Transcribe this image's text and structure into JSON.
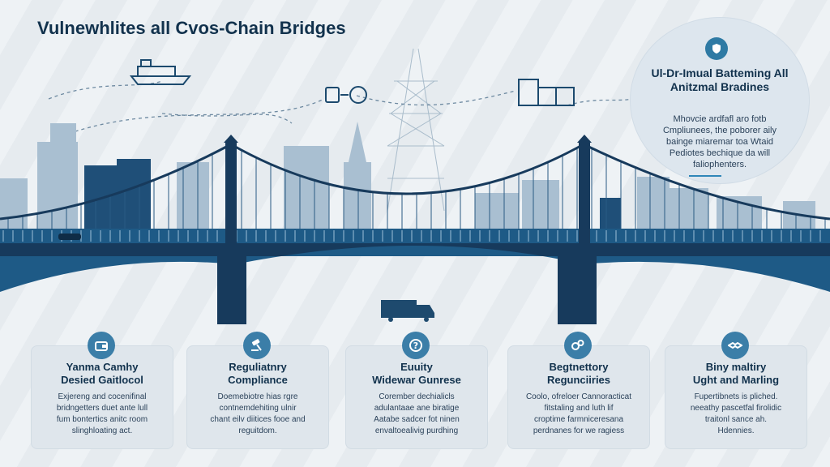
{
  "title": "Vulnewhlites all Cvos-Chain Bridges",
  "callout": {
    "icon": "shield-icon",
    "title": "Ul-Dr-Imual Batteming All Anitzmal Bradines",
    "lines": [
      "Mhovcie ardfafl aro fotb",
      "Cmpliunees, the poborer aily",
      "bainge miaremar toa Wtaid",
      "Pediotes bechique da will",
      "faliophenters."
    ]
  },
  "cards": [
    {
      "icon": "wallet-icon",
      "title": [
        "Yanma Camhy",
        "Desied Gaitlocol"
      ],
      "body": [
        "Exjereng and cocenifinal",
        "bridngetters duet ante lull",
        "fum bontertics anitc room",
        "slinghloating act."
      ]
    },
    {
      "icon": "gavel-icon",
      "title": [
        "Reguliatnry",
        "Compliance"
      ],
      "body": [
        "Doemebiotre hias rgre",
        "contnemdehiting ulnir",
        "chant eilv diitices fooe and",
        "reguitdom."
      ]
    },
    {
      "icon": "question-icon",
      "title": [
        "Euuity",
        "Widewar Gunrese"
      ],
      "body": [
        "Corember dechialicls",
        "adulantaae ane biratige",
        "Aatabe sadcer fot ninen",
        "envaltoealivig purdhing"
      ]
    },
    {
      "icon": "gears-icon",
      "title": [
        "Begtnettory",
        "Regunciiries"
      ],
      "body": [
        "Coolo, ofreloer Cannoracticat",
        "fitstaling and luth lif",
        "croptime farmniceresana",
        "perdnanes for we ragiess"
      ]
    },
    {
      "icon": "handshake-icon",
      "title": [
        "Biny maltiry",
        "Ught and Marling"
      ],
      "body": [
        "Fupertibnets is pliched.",
        "neeathy pascetfal firolidic",
        "traitonl sance ah.",
        "Hdennies."
      ]
    }
  ],
  "colors": {
    "navy": "#173a5c",
    "blue": "#1e5a86",
    "accent": "#2e7aa4",
    "skyline": "#9fb6c8"
  }
}
